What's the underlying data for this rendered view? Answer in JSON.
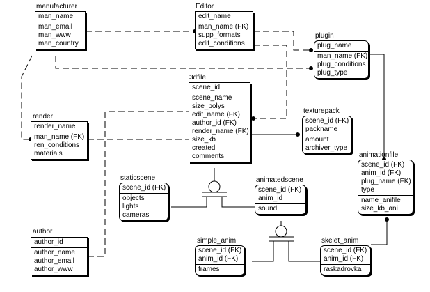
{
  "entities": {
    "manufacturer": {
      "title": "manufacturer",
      "key": [
        "man_name"
      ],
      "attrs": [
        "man_email",
        "man_www",
        "man_country"
      ]
    },
    "editor": {
      "title": "Editor",
      "key": [
        "edit_name"
      ],
      "attrs": [
        "man_name (FK)",
        "supp_formats",
        "edit_conditions"
      ]
    },
    "plugin": {
      "title": "plugin",
      "key": [
        "plug_name"
      ],
      "attrs": [
        "man_name (FK)",
        "plug_conditions",
        "plug_type"
      ]
    },
    "file3d": {
      "title": "3dfile",
      "key": [
        "scene_id"
      ],
      "attrs": [
        "scene_name",
        "size_polys",
        "edit_name (FK)",
        "author_id (FK)",
        "render_name (FK)",
        "size_kb",
        "created",
        "comments"
      ]
    },
    "render": {
      "title": "render",
      "key": [
        "render_name"
      ],
      "attrs": [
        "man_name (FK)",
        "ren_conditions",
        "materials"
      ]
    },
    "texturepack": {
      "title": "texturepack",
      "key": [
        "scene_id (FK)",
        "packname"
      ],
      "attrs": [
        "amount",
        "archiver_type"
      ]
    },
    "animationfile": {
      "title": "animationfile",
      "key": [
        "scene_id (FK)",
        "anim_id (FK)",
        "plug_name (FK)",
        "type"
      ],
      "attrs": [
        "name_anifile",
        "size_kb_ani"
      ]
    },
    "staticscene": {
      "title": "staticscene",
      "key": [
        "scene_id (FK)"
      ],
      "attrs": [
        "objects",
        "lights",
        "cameras"
      ]
    },
    "animatedscene": {
      "title": "animatedscene",
      "key": [
        "scene_id (FK)",
        "anim_id"
      ],
      "attrs": [
        "sound"
      ]
    },
    "author": {
      "title": "author",
      "key": [
        "author_id"
      ],
      "attrs": [
        "author_name",
        "author_email",
        "author_www"
      ]
    },
    "simple_anim": {
      "title": "simple_anim",
      "key": [
        "scene_id (FK)",
        "anim_id (FK)"
      ],
      "attrs": [
        "frames"
      ]
    },
    "skelet_anim": {
      "title": "skelet_anim",
      "key": [
        "scene_id (FK)",
        "anim_id (FK)"
      ],
      "attrs": [
        "raskadrovka"
      ]
    }
  }
}
